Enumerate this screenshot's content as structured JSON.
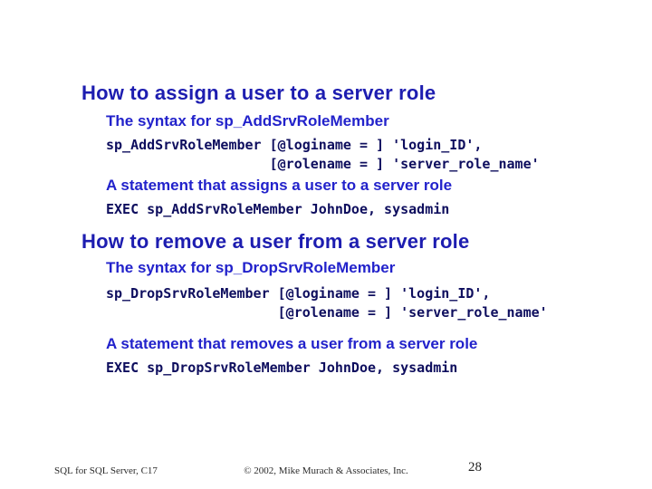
{
  "slide": {
    "background_color": "#ffffff",
    "heading_color": "#1d1db0",
    "subheading_color": "#2222cb",
    "code_color": "#0e0e5e",
    "footer_color": "#2b2b2b",
    "sections": [
      {
        "heading": "How to assign a user to a server role",
        "syntax_label": "The syntax for sp_AddSrvRoleMember",
        "syntax_code": "sp_AddSrvRoleMember [@loginame = ] 'login_ID',\n                    [@rolename = ] 'server_role_name'",
        "statement_label": "A statement that assigns a user to a server role",
        "statement_code": "EXEC sp_AddSrvRoleMember JohnDoe, sysadmin"
      },
      {
        "heading": "How to remove a user from a server role",
        "syntax_label": "The syntax for sp_DropSrvRoleMember",
        "syntax_code": "sp_DropSrvRoleMember [@loginame = ] 'login_ID',\n                     [@rolename = ] 'server_role_name'",
        "statement_label": "A statement that removes a user from a server role",
        "statement_code": "EXEC sp_DropSrvRoleMember JohnDoe, sysadmin"
      }
    ],
    "footer": {
      "left": "SQL for SQL Server, C17",
      "center": "© 2002, Mike Murach & Associates, Inc.",
      "page": "28"
    }
  }
}
